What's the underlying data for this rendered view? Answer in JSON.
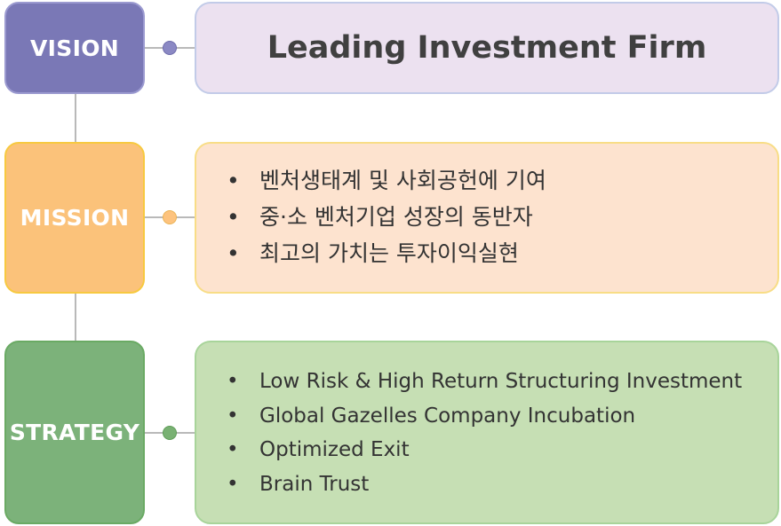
{
  "colors": {
    "vision_accent": "#7a78b6",
    "vision_bg": "#ece1f0",
    "mission_accent": "#fbc27a",
    "mission_bg": "#fde3cf",
    "strategy_accent": "#7cb27a",
    "strategy_bg": "#c6dfb4",
    "connector": "#b9b9b9"
  },
  "vision": {
    "label": "VISION",
    "title": "Leading Investment Firm"
  },
  "mission": {
    "label": "MISSION",
    "items": [
      "벤처생태계 및 사회공헌에 기여",
      "중·소 벤처기업 성장의 동반자",
      "최고의 가치는 투자이익실현"
    ]
  },
  "strategy": {
    "label": "STRATEGY",
    "items": [
      "Low Risk & High Return Structuring Investment",
      "Global Gazelles Company Incubation",
      "Optimized Exit",
      "Brain Trust"
    ]
  },
  "bullet_char": "•"
}
